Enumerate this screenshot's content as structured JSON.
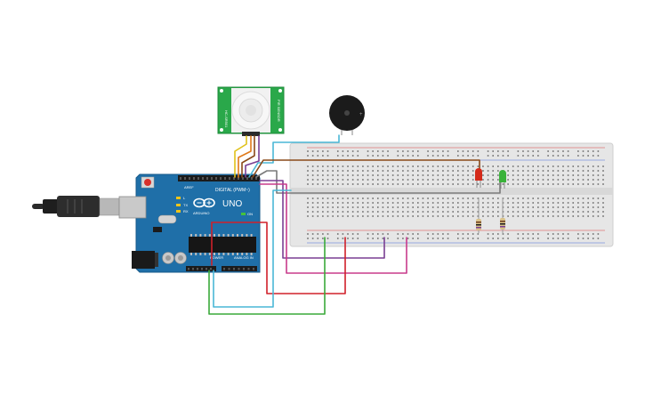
{
  "arduino": {
    "brand_label": "UNO",
    "maker_label": "ARDUINO",
    "digital_label": "DIGITAL (PWM~)",
    "analog_label": "ANALOG IN",
    "power_label": "POWER",
    "aref_label": "AREF",
    "tx_label": "TX",
    "rx_label": "RX",
    "l_label": "L",
    "on_label": "ON"
  },
  "pir_sensor": {
    "left_label": "HC-SR501",
    "right_label": "PIR SENSOR"
  },
  "buzzer": {
    "plus_label": "+"
  },
  "breadboard": {
    "columns": 60
  },
  "wire_colors": {
    "red": "#d0202a",
    "black": "#2b2b2b",
    "green": "#3aaa3a",
    "cyan": "#4ab7d6",
    "purple": "#7a3f93",
    "magenta": "#c83b8c",
    "yellow": "#e0c21a",
    "orange": "#e07a1a",
    "brown": "#8a4a1a"
  },
  "component_colors": {
    "board": "#1f6fa8",
    "pir_pcb": "#2aa84a",
    "led_red": "#d42a1a",
    "led_green": "#3ab23a",
    "breadboard": "#e6e6e6"
  }
}
